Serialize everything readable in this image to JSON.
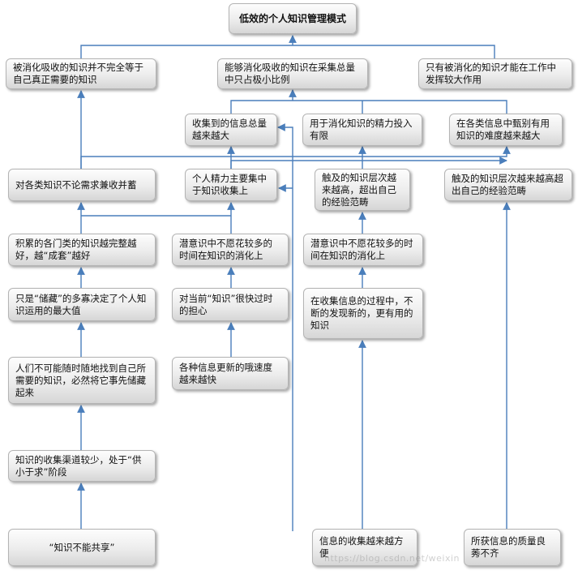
{
  "title": "低效的个人知识管理模式",
  "nodes": {
    "n_title": "低效的个人知识管理模式",
    "n_a1": "被消化吸收的知识并不完全等于自己真正需要的知识",
    "n_a2": "能够消化吸收的知识在采集总量中只占极小比例",
    "n_a3": "只有被消化的知识才能在工作中发挥较大作用",
    "n_b1": "收集到的信息总量越来越大",
    "n_b2": "用于消化知识的精力投入有限",
    "n_b3": "在各类信息中甄别有用知识的难度越来越大",
    "n_c1": "对各类知识不论需求兼收并蓄",
    "n_c2": "个人精力主要集中于知识收集上",
    "n_c3": "触及的知识层次越来越高，超出自己的经验范畴",
    "n_c4": "触及的知识层次越来越高超出自己的经验范畴",
    "n_d1": "积累的各门类的知识越完整越好，越“成套”越好",
    "n_d2": "潜意识中不愿花较多的时间在知识的消化上",
    "n_d3": "潜意识中不愿花较多的时间在知识的消化上",
    "n_e1": "只是“储藏”的多寡决定了个人知识运用的最大值",
    "n_e2": "对当前“知识”很快过时的担心",
    "n_e3": "在收集信息的过程中，不断的发现新的，更有用的知识",
    "n_f1": "人们不可能随时随地找到自己所需要的知识，必然将它事先储藏起来",
    "n_f2": "各种信息更新的哦速度越来越快",
    "n_g1": "知识的收集渠道较少，处于“供小于求”阶段",
    "n_h1": "“知识不能共享”",
    "n_h2": "信息的收集越来越方便",
    "n_h3": "所获信息的质量良莠不齐"
  },
  "watermark": "https://blog.csdn.net/weixin"
}
